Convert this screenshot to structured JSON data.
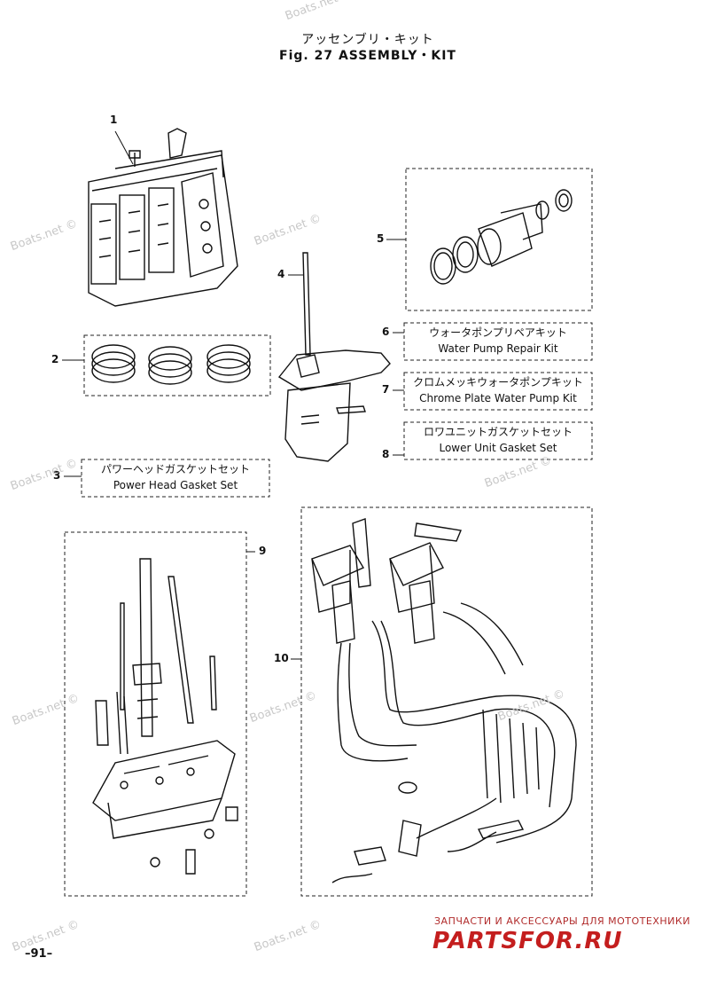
{
  "header": {
    "title_jp": "アッセンブリ・キット",
    "title_en": "Fig. 27   ASSEMBLY・KIT"
  },
  "callouts": [
    "1",
    "2",
    "3",
    "4",
    "5",
    "6",
    "7",
    "8",
    "9",
    "10"
  ],
  "labels": {
    "item3_jp": "パワーヘッドガスケットセット",
    "item3_en": "Power Head Gasket Set",
    "item6_jp": "ウォータポンプリペアキット",
    "item6_en": "Water Pump Repair Kit",
    "item7_jp": "クロムメッキウォータポンプキット",
    "item7_en": "Chrome Plate Water Pump Kit",
    "item8_jp": "ロワユニットガスケットセット",
    "item8_en": "Lower Unit Gasket Set"
  },
  "watermark": "Boats.net ©",
  "page_number": "–91–",
  "ad": {
    "text": "ЗАПЧАСТИ И АКСЕССУАРЫ ДЛЯ МОТОТЕХНИКИ",
    "logo": "PARTSFOR.RU"
  }
}
